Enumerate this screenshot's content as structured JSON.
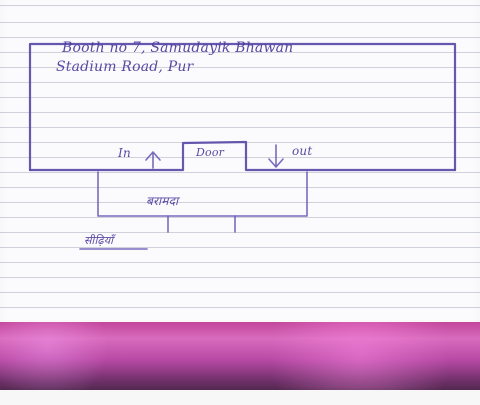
{
  "address": {
    "line1": "Booth no 7, Samudayik Bhawan",
    "line2": "Stadium Road, Pur"
  },
  "diagram": {
    "in_label": "In",
    "door_label": "Door",
    "out_label": "out",
    "veranda_label": "बरामदा",
    "stairs_label": "सीढ़ियाँ"
  }
}
